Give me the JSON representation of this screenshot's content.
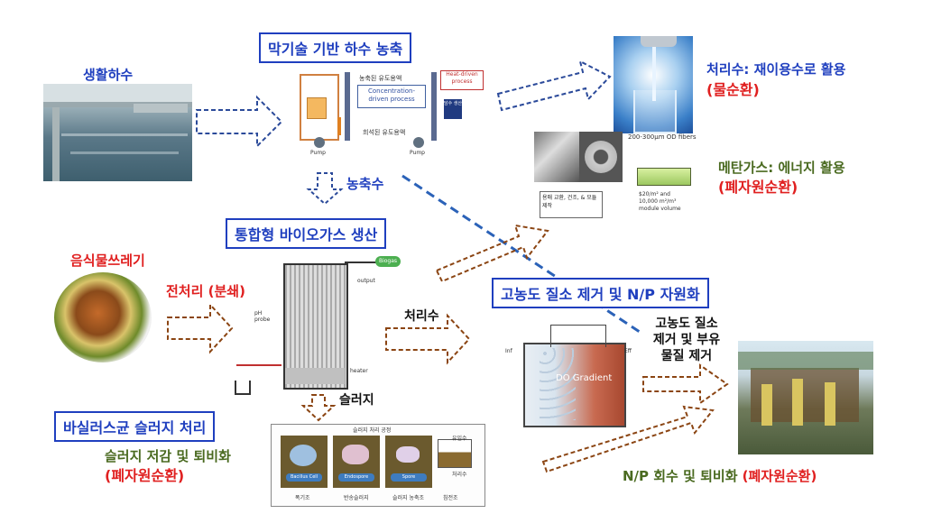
{
  "titles": {
    "membrane": "막기술 기반 하수 농축",
    "biogas": "통합형 바이오가스 생산",
    "nitrogen": "고농도 질소 제거 및 N/P 자원화",
    "bacillus": "바실러스균 슬러지 처리"
  },
  "labels": {
    "sewage": "생활하수",
    "treated_water": "처리수: 재이용수로 활용",
    "water_cycle": "(물순환)",
    "methane": "메탄가스: 에너지 활용",
    "waste_cycle_1": "(폐자원순환)",
    "concentrate": "농축수",
    "food_waste": "음식물쓰레기",
    "pretreatment": "전처리 (분쇄)",
    "treated_water2": "처리수",
    "sludge": "슬러지",
    "sludge_reduce": "슬러지 저감 및 퇴비화",
    "waste_cycle_2": "(폐자원순환)",
    "np_recovery": "N/P 회수 및 퇴비화",
    "waste_cycle_3": "(폐자원순환)",
    "removal_1": "고농도 질소",
    "removal_2": "제거 및 부유",
    "removal_3": "물질 제거"
  },
  "membrane_diagram": {
    "concentrate_top": "농축된 유도용액",
    "concentration_process": "Concentration-driven process",
    "diluted": "희석된 유도용액",
    "heat_driven": "Heat-driven process",
    "pump1": "Pump",
    "pump2": "Pump",
    "side_box": "담수 생산"
  },
  "fiber_diagram": {
    "od_fibers": "200-300μm OD fibers",
    "steps": "용매 교환, 건조, & 모듈 제작",
    "cost1": "$20/m² and",
    "cost2": "10,000 m²/m³",
    "cost3": "module volume"
  },
  "reactor_diagram": {
    "biogas": "Biogas",
    "output": "output",
    "ph": "pH probe",
    "heater": "heater"
  },
  "tank_diagram": {
    "gradient": "DO Gradient",
    "inlet": "Inf",
    "outlet": "Eff"
  },
  "sludge_diagram": {
    "header": "슬러지 처리 공정",
    "cell1": "Bacillus Cell",
    "cell2": "Endospore",
    "cell3": "Spore",
    "bottom1": "폭기조",
    "bottom2": "반송슬러지",
    "bottom3": "슬러지 농축조",
    "bottom4": "침전조",
    "right_top": "유입수",
    "right_mid": "처리수"
  }
}
